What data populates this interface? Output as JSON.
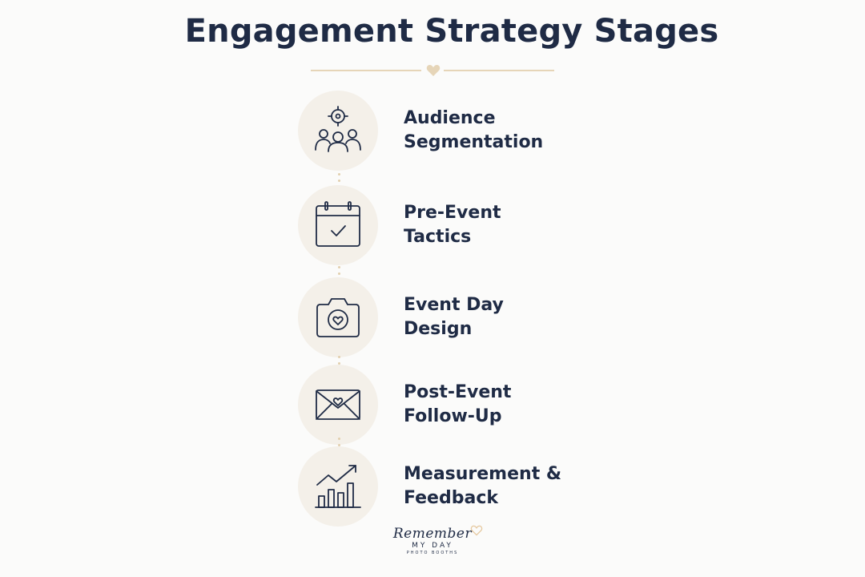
{
  "title": "Engagement Strategy Stages",
  "accent_color": "#e6d5b8",
  "text_color": "#1f2b45",
  "stages": [
    {
      "icon": "audience-target-icon",
      "line1": "Audience",
      "line2": "Segmentation"
    },
    {
      "icon": "calendar-check-icon",
      "line1": "Pre-Event",
      "line2": "Tactics"
    },
    {
      "icon": "camera-heart-icon",
      "line1": "Event Day",
      "line2": "Design"
    },
    {
      "icon": "envelope-heart-icon",
      "line1": "Post-Event",
      "line2": "Follow-Up"
    },
    {
      "icon": "growth-chart-icon",
      "line1": "Measurement &",
      "line2": "Feedback"
    }
  ],
  "logo": {
    "line1": "Remember",
    "line2": "MY DAY",
    "line3": "PHOTO BOOTHS"
  }
}
